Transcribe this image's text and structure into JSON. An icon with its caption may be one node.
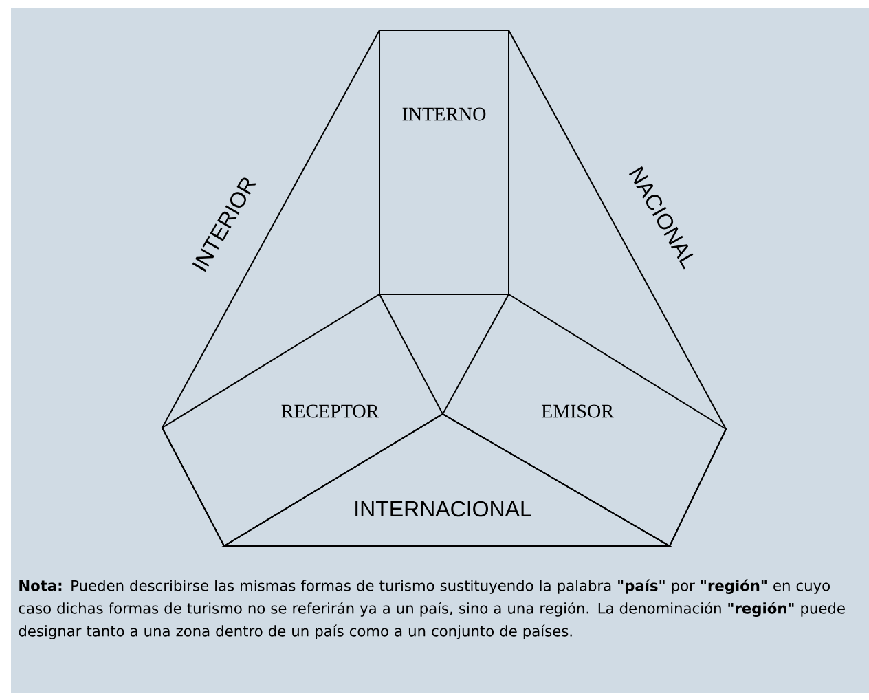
{
  "diagram": {
    "nodes": [
      {
        "text": [
          "INTERNO"
        ]
      },
      {
        "text": [
          "RECEPTOR"
        ]
      },
      {
        "text": [
          "EMISOR"
        ]
      },
      {
        "text": [
          "INTERNACIONAL"
        ]
      }
    ],
    "labels": [
      "INTERIOR",
      "NACIONAL",
      "**Nota:** Pueden describirse las mismas formas de turismo sustituyendo la palabra **\"país\"** por **\"región\"** en cuyo caso dichas formas de turismo no se referirán ya a un país, sino a una región. La denominación **\"región\"** puede designar tanto a una zona dentro de un país como a un conjunto de países."
    ]
  }
}
